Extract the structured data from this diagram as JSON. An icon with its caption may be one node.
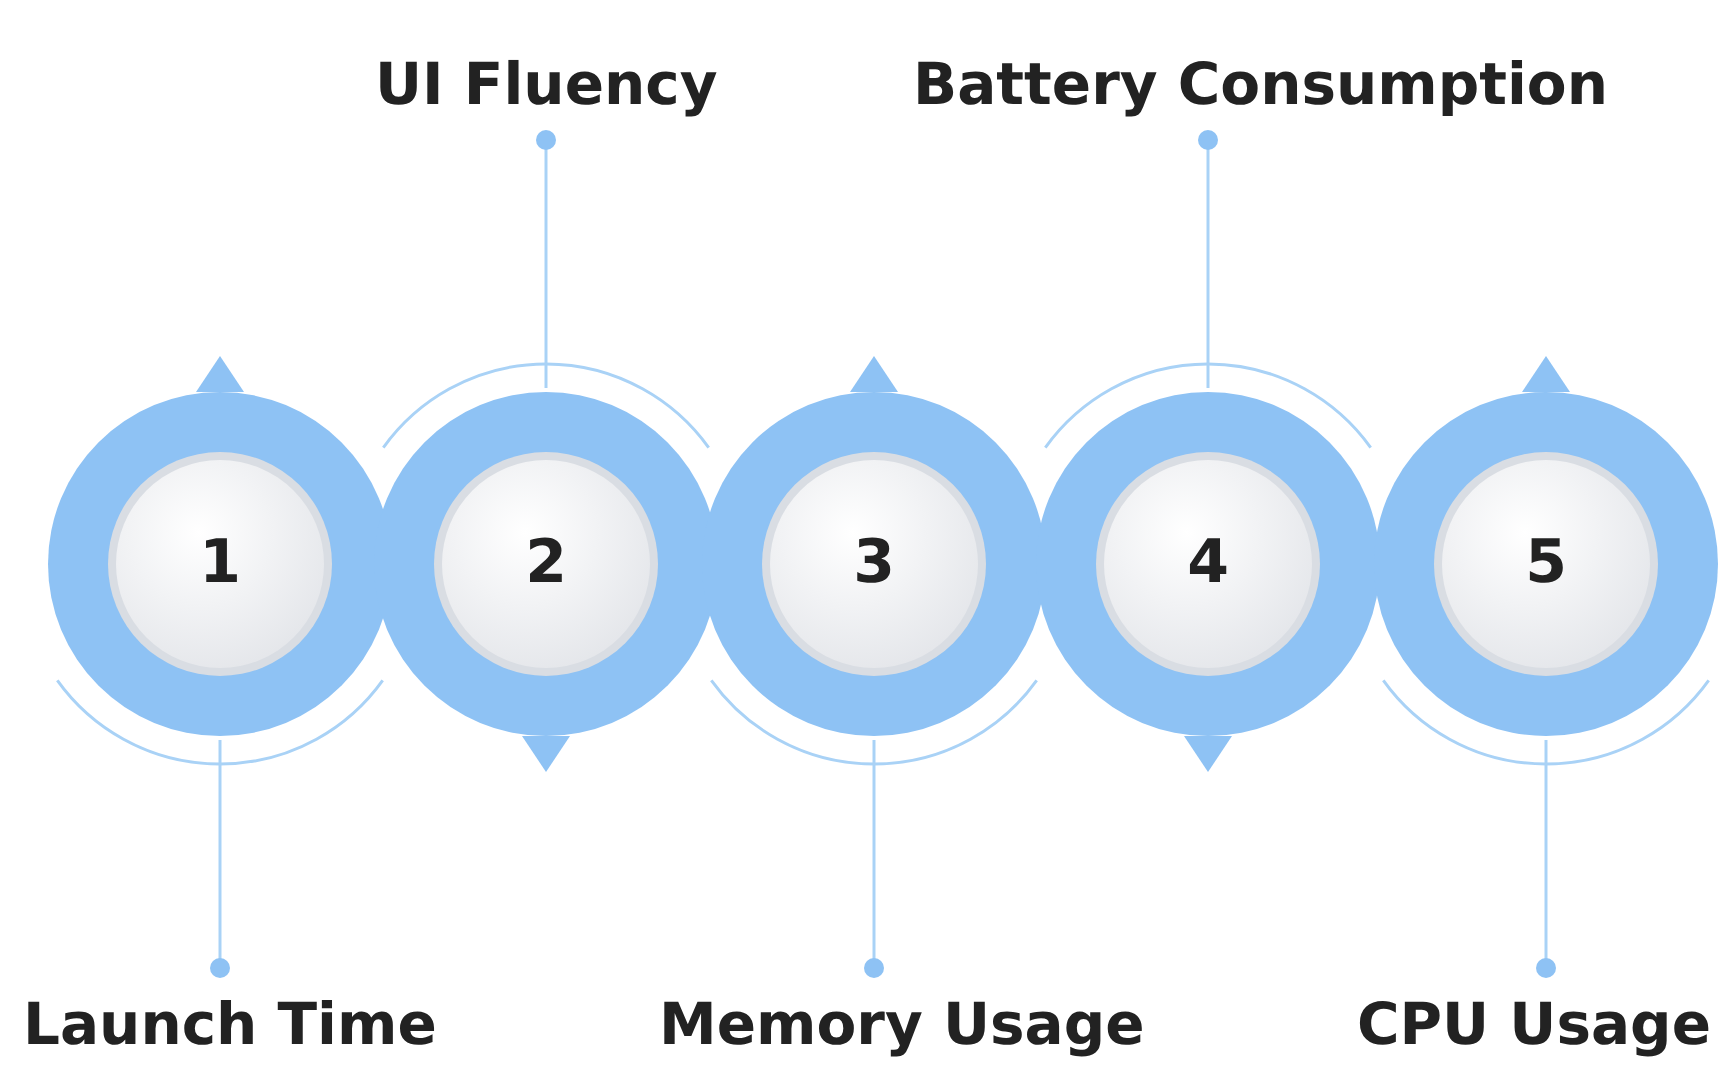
{
  "diagram": {
    "nodes": [
      {
        "text": [
          "UI Fluency"
        ]
      },
      {
        "text": [
          "Battery Consumption"
        ]
      },
      {
        "text": [
          "1"
        ]
      },
      {
        "text": [
          "2"
        ]
      },
      {
        "text": [
          "3"
        ]
      },
      {
        "text": [
          "4"
        ]
      },
      {
        "text": [
          "5"
        ]
      },
      {
        "text": [
          "Launch Time"
        ]
      },
      {
        "text": [
          "Memory Usage"
        ]
      },
      {
        "text": [
          "CPU Usage"
        ]
      }
    ],
    "edges": [
      {
        "from": 2,
        "to": 7,
        "arrow": "other"
      },
      {
        "from": 3,
        "to": 0,
        "arrow": "other"
      },
      {
        "from": 4,
        "to": 8,
        "arrow": "other"
      },
      {
        "from": 5,
        "to": 1,
        "arrow": "other"
      },
      {
        "from": 6,
        "to": 9,
        "arrow": "other"
      }
    ]
  }
}
